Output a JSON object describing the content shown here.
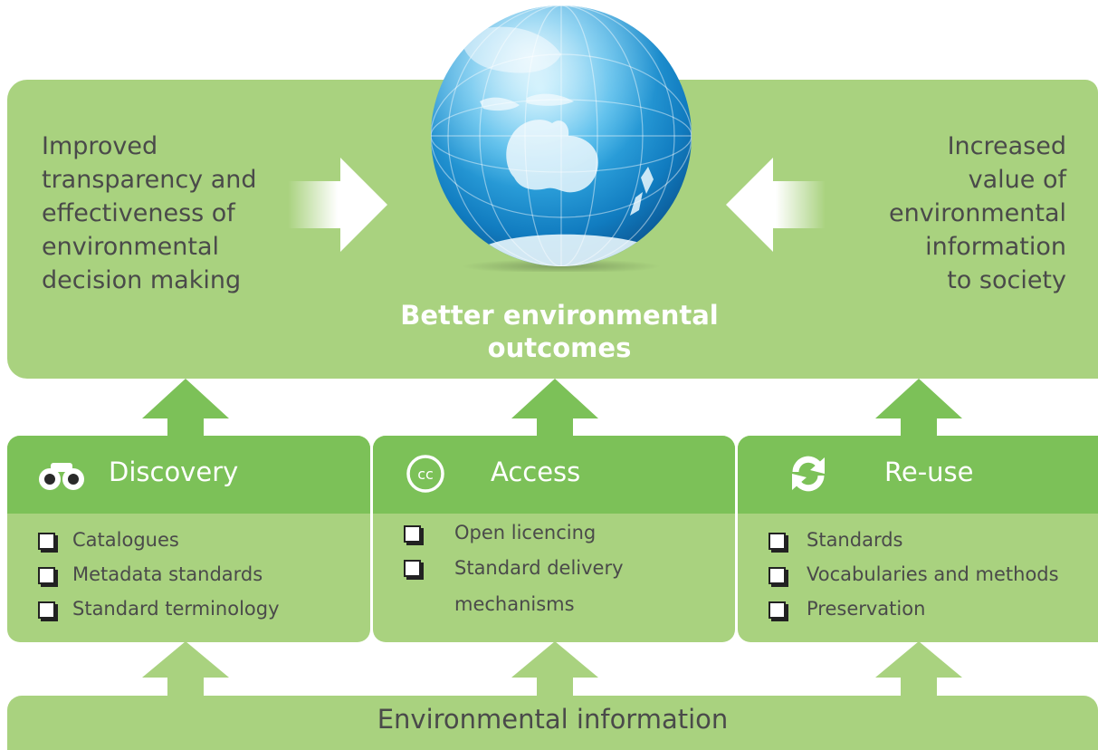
{
  "outcome": {
    "left_text_lines": [
      "Improved",
      "transparency and",
      "effectiveness of",
      "environmental",
      "decision making"
    ],
    "right_text_lines": [
      "Increased",
      "value of",
      "environmental",
      "information",
      "to society"
    ],
    "center_lines": [
      "Better environmental",
      "outcomes"
    ]
  },
  "pillars": [
    {
      "title": "Discovery",
      "icon": "binoculars-icon",
      "items": [
        "Catalogues",
        "Metadata standards",
        "Standard terminology"
      ]
    },
    {
      "title": "Access",
      "icon": "creative-commons-icon",
      "items": [
        "Open licencing",
        "Standard delivery mechanisms"
      ]
    },
    {
      "title": "Re-use",
      "icon": "refresh-icon",
      "items": [
        "Standards",
        "Vocabularies and methods",
        "Preservation"
      ]
    }
  ],
  "base": {
    "label": "Environmental information"
  },
  "colors": {
    "panel": "#a9d27f",
    "header": "#7cc158",
    "arrow": "#7cc158",
    "text": "#4a4a4a",
    "ocean": "#1a8fcf",
    "land": "#d8eef8"
  }
}
